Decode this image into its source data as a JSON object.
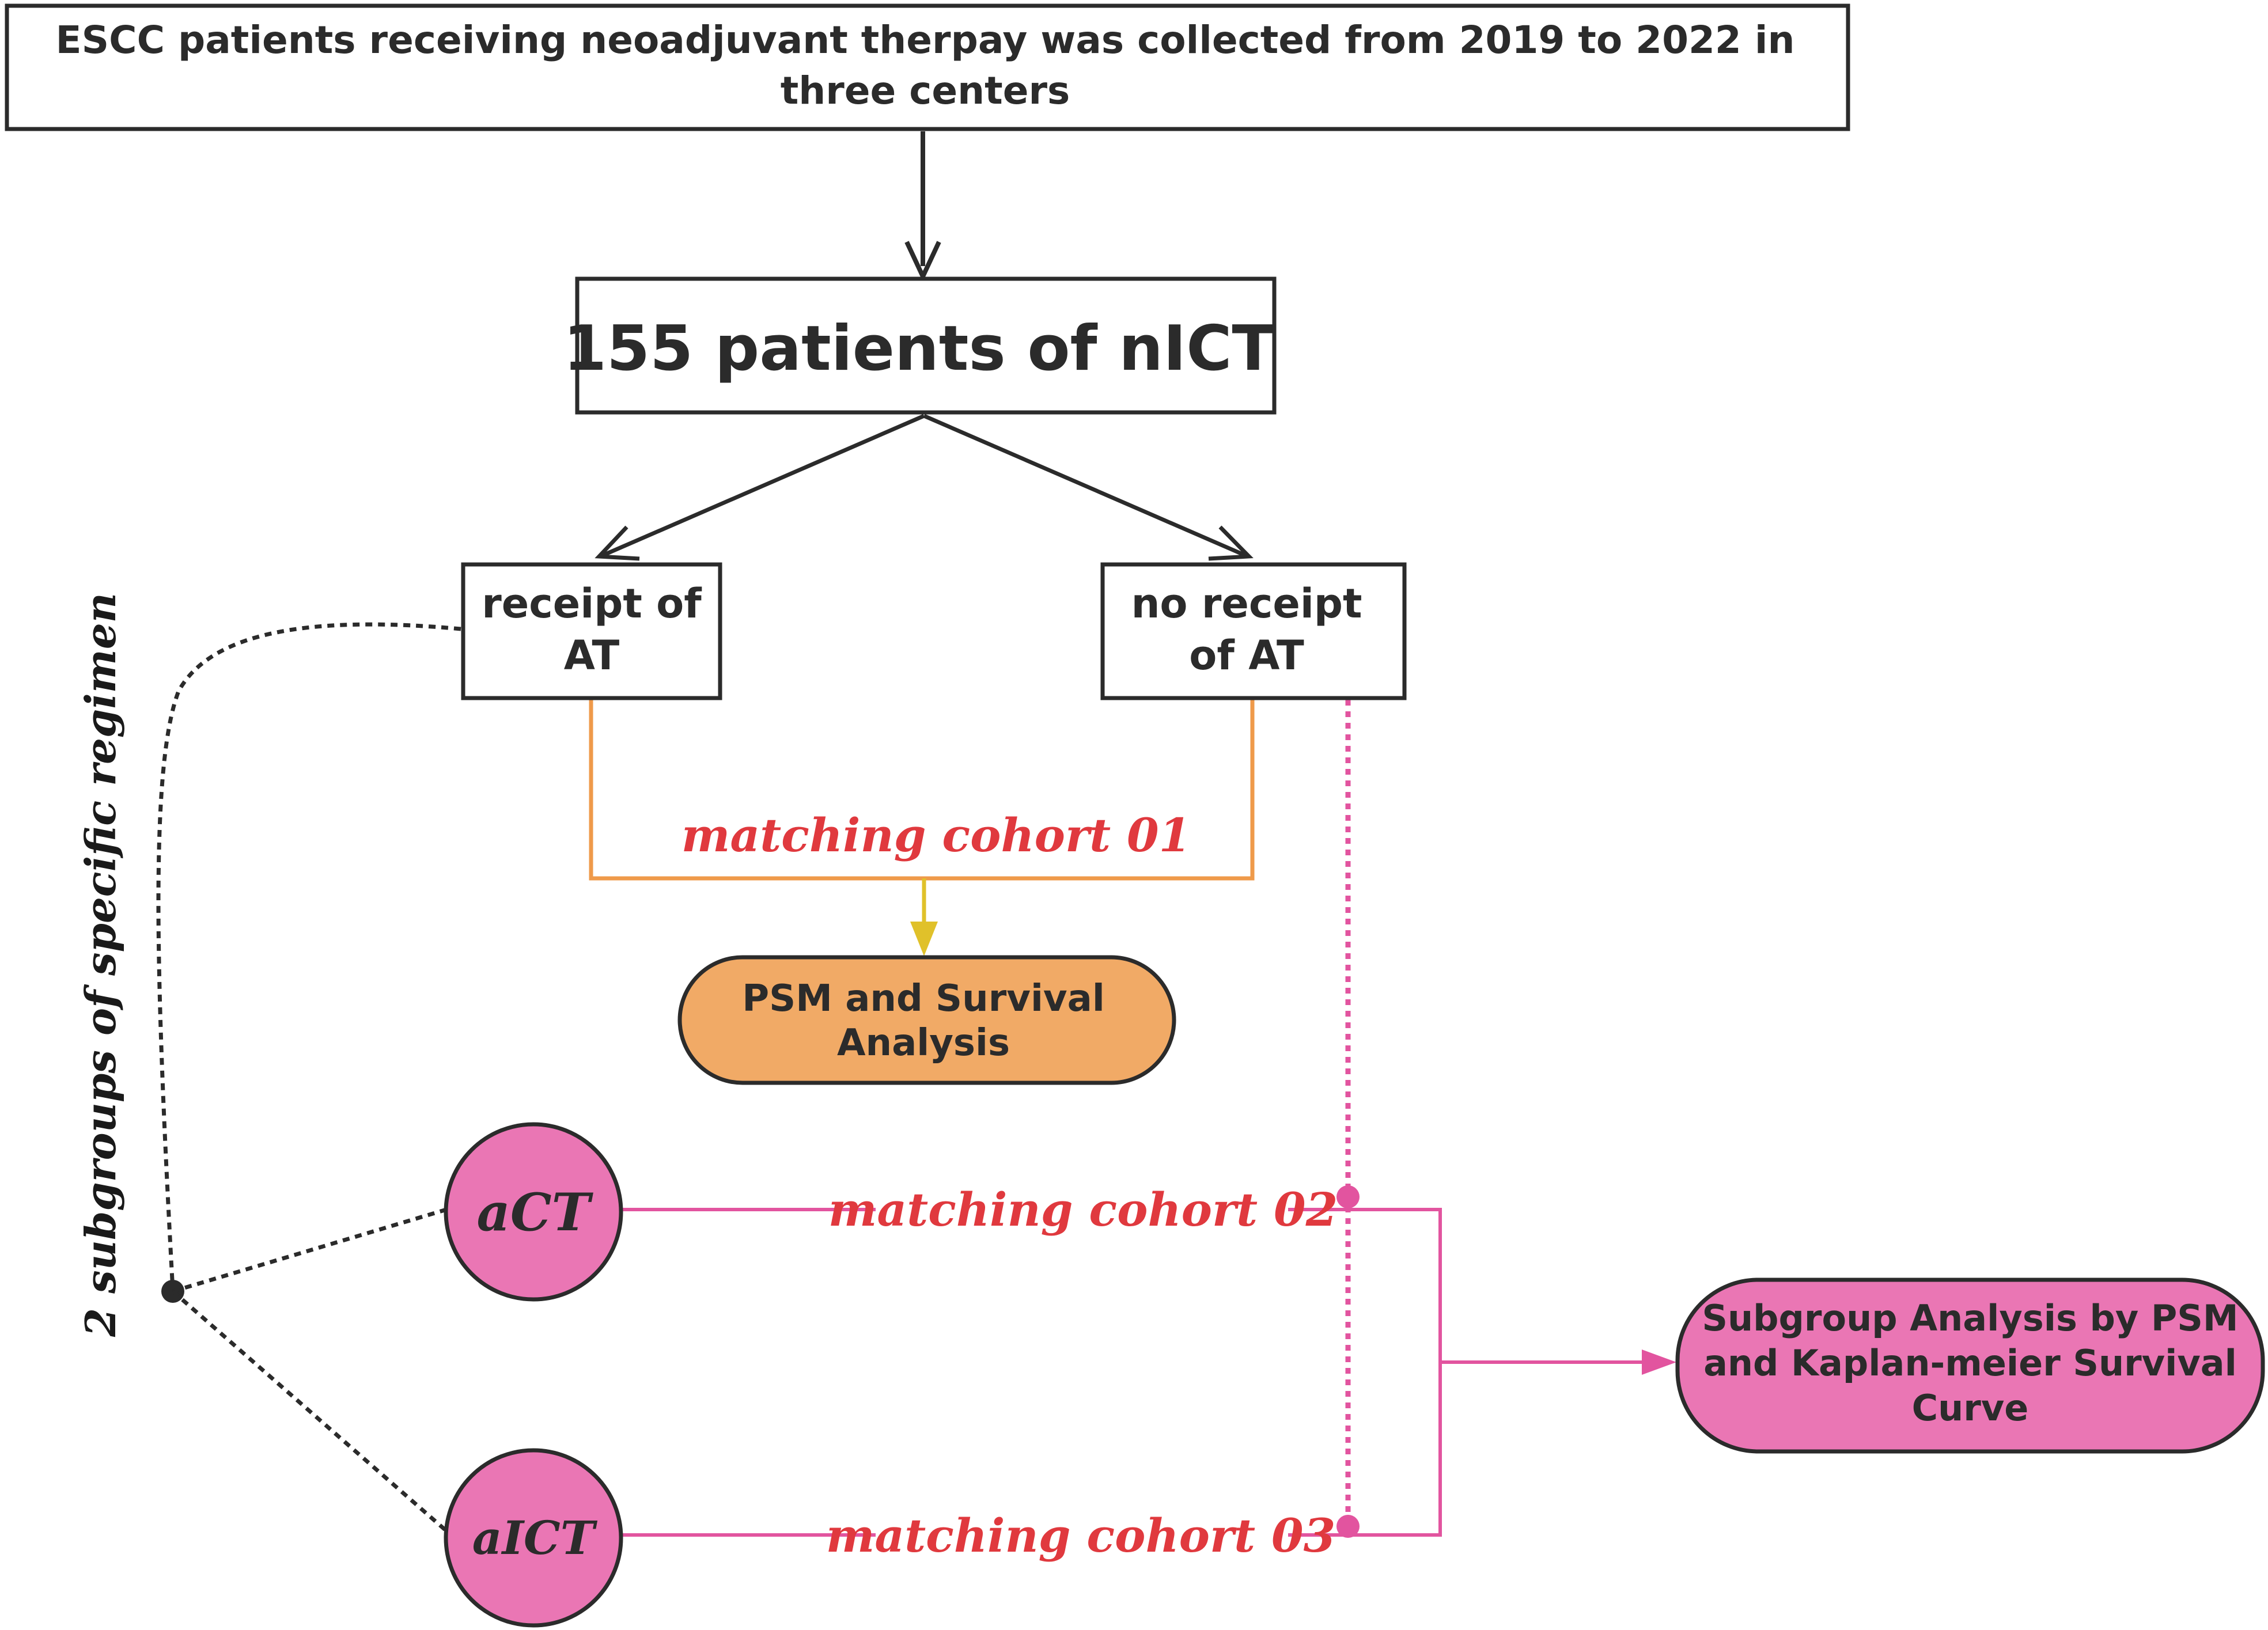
{
  "nodes": {
    "source": {
      "lines": [
        "ESCC patients receiving neoadjuvant therpay was collected from 2019 to 2022 in",
        "three centers"
      ]
    },
    "cohort": {
      "label": "155 patients of nICT"
    },
    "receipt": {
      "lines": [
        "receipt of",
        "AT"
      ]
    },
    "no_receipt": {
      "lines": [
        "no receipt",
        "of AT"
      ]
    },
    "psm": {
      "lines": [
        "PSM and Survival",
        "Analysis"
      ]
    },
    "act": {
      "label": "aCT"
    },
    "aict": {
      "label": "aICT"
    },
    "subgroup_analysis": {
      "lines": [
        "Subgroup Analysis by PSM",
        "and Kaplan-meier Survival",
        "Curve"
      ]
    }
  },
  "edge_labels": {
    "matching_01": "matching cohort 01",
    "matching_02": "matching cohort 02",
    "matching_03": "matching cohort 03",
    "subgroups": "2 subgroups of specific regimen"
  },
  "colors": {
    "box_stroke": "#2b2b2b",
    "orange_fill": "#f1aa66",
    "orange_line": "#ef9a4a",
    "yellow_arrow": "#e0c12a",
    "pink_fill": "#ea76b4",
    "pink_line": "#e2549f",
    "red_label": "#e0393e"
  }
}
